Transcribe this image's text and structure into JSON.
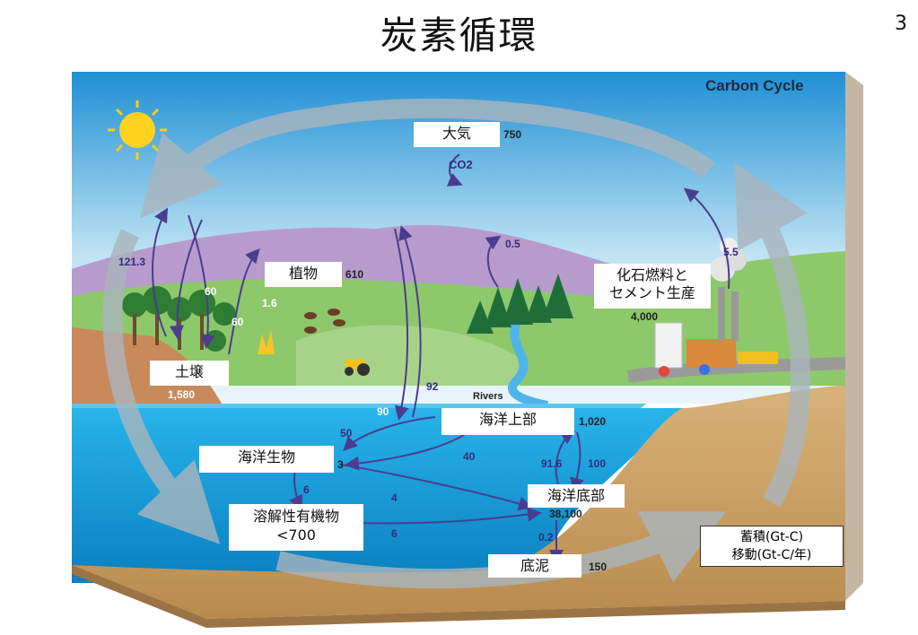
{
  "slide": {
    "title": "炭素循環",
    "page_number": "3"
  },
  "diagram": {
    "brand": "Carbon Cycle",
    "reservoirs": {
      "atmosphere": {
        "label": "大気",
        "value": "750",
        "molecule": "CO2"
      },
      "plants": {
        "label": "植物",
        "value": "610"
      },
      "soil": {
        "label": "土壌",
        "value": "1,580"
      },
      "fossil": {
        "label_line1": "化石燃料と",
        "label_line2": "セメント生産",
        "value": "4,000"
      },
      "surface_ocean": {
        "label": "海洋上部",
        "value": "1,020"
      },
      "marine_biota": {
        "label": "海洋生物",
        "value": "3"
      },
      "dissolved_organic": {
        "label_line1": "溶解性有機物",
        "label_line2": "<700"
      },
      "deep_ocean": {
        "label": "海洋底部",
        "value": "38,100"
      },
      "sediment": {
        "label": "底泥",
        "value": "150"
      }
    },
    "fluxes": {
      "resp_121": "121.3",
      "photo_60a": "60",
      "photo_60b": "60",
      "landuse": "1.6",
      "sea_air_92": "92",
      "air_sea_90": "90",
      "deforest": "0.5",
      "fossil_emit": "5.5",
      "bio_50": "50",
      "bio_40": "40",
      "down_91_6": "91.6",
      "up_100": "100",
      "doc_6a": "6",
      "doc_4": "4",
      "doc_6b": "6",
      "sed_0_2": "0.2"
    },
    "scene_text": {
      "rivers": "Rivers"
    },
    "legend": {
      "line1": "蓄積(Gt-C)",
      "line2": "移動(Gt-C/年)"
    },
    "colors": {
      "sky_top": "#1e8fd4",
      "sky_bottom": "#e8f4fa",
      "ocean": "#1a9ad8",
      "deep_ocean": "#0f8ac8",
      "soil": "#c98a5b",
      "mountain": "#b59ac9",
      "arrow": "#4a3d8f",
      "cycle_arrow": "#a9b4bd"
    }
  }
}
